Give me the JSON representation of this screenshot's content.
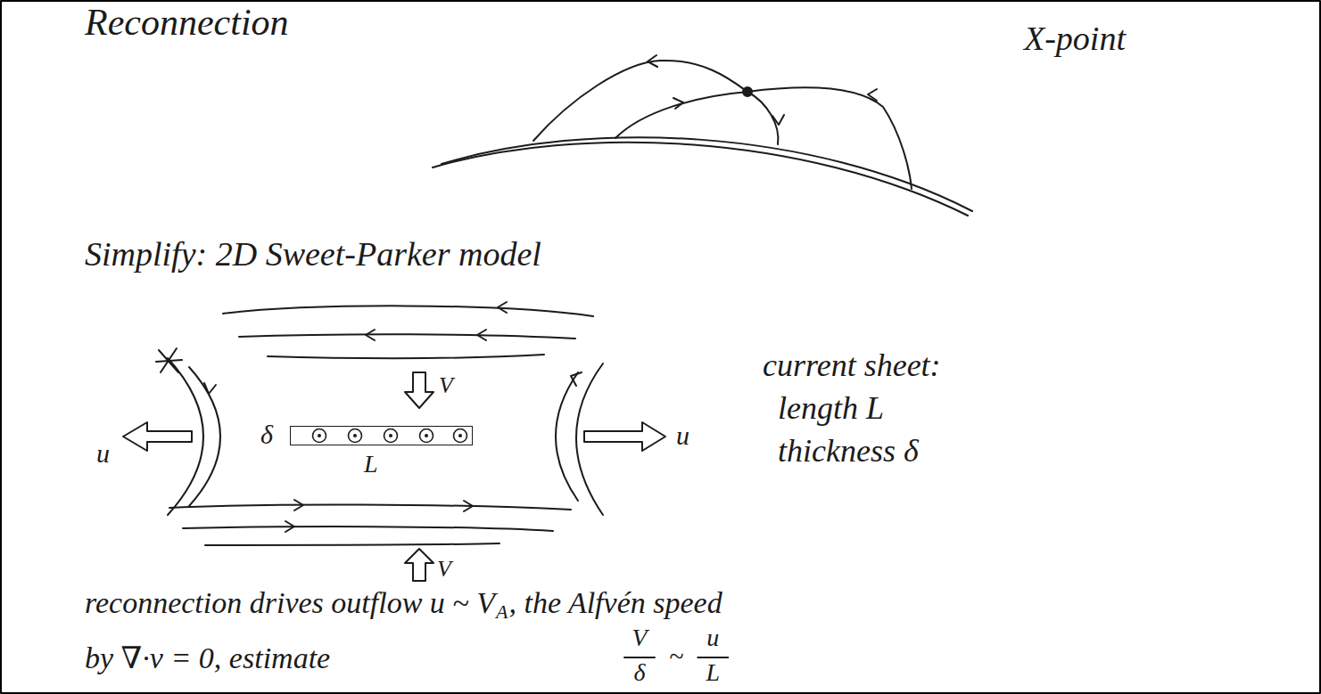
{
  "diagram": {
    "title": "Reconnection",
    "nodes": [
      {
        "text": [
          "δ",
          "L"
        ]
      }
    ],
    "labels": [
      "X-point",
      "Simplify: 2D Sweet-Parker model",
      "V",
      "current sheet:",
      "length L",
      "thickness δ",
      "u",
      "u",
      "V",
      "reconnection drives outflow u ~ V",
      "A",
      ", the Alfvén speed",
      "by ∇·v = 0, estimate",
      "V",
      "δ",
      "~",
      "u",
      "L"
    ]
  }
}
